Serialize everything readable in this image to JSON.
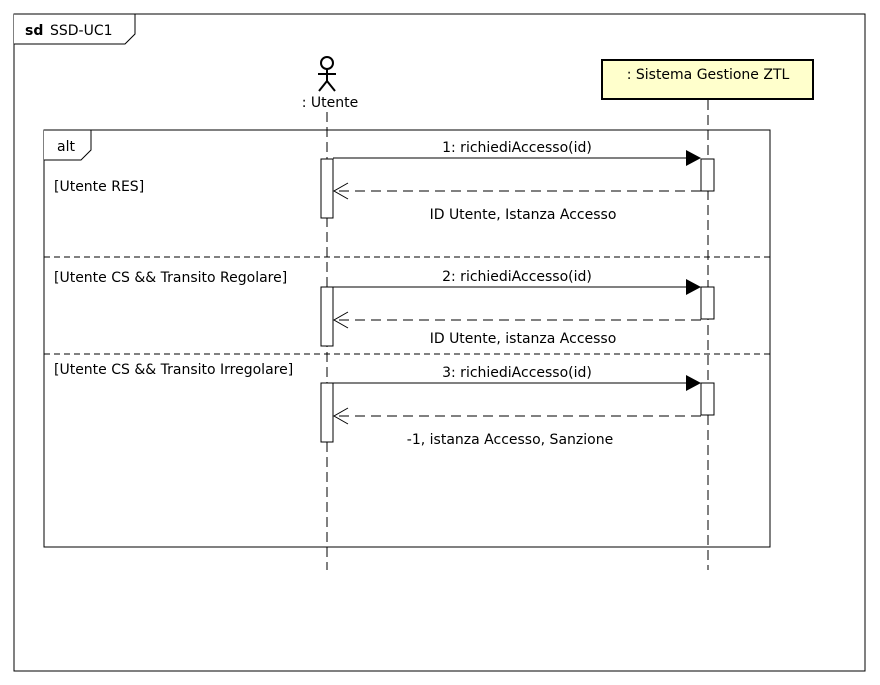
{
  "diagram": {
    "frame": {
      "keyword": "sd",
      "name": "SSD-UC1"
    },
    "actor": {
      "label": ": Utente"
    },
    "system": {
      "label": ": Sistema Gestione ZTL",
      "fill": "#ffffcc"
    },
    "fragment": {
      "operator": "alt",
      "guards": [
        "[Utente RES]",
        "[Utente CS && Transito Regolare]",
        "[Utente CS && Transito Irregolare]"
      ]
    },
    "messages": [
      {
        "call": "1: richiediAccesso(id)",
        "reply": "ID Utente, Istanza Accesso"
      },
      {
        "call": "2: richiediAccesso(id)",
        "reply": "ID Utente, istanza Accesso"
      },
      {
        "call": "3: richiediAccesso(id)",
        "reply": "-1, istanza Accesso, Sanzione"
      }
    ]
  }
}
